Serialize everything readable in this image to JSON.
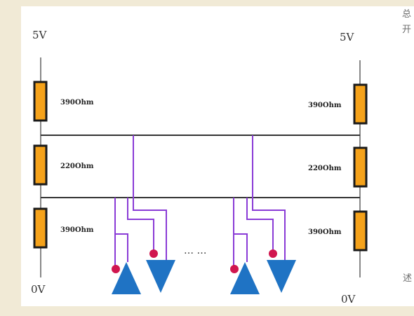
{
  "supply": {
    "left_top": "5V",
    "right_top": "5V",
    "left_bottom": "0V",
    "right_bottom": "0V"
  },
  "resistors": {
    "left": [
      "390Ohm",
      "220Ohm",
      "390Ohm"
    ],
    "right": [
      "390Ohm",
      "220Ohm",
      "390Ohm"
    ]
  },
  "ellipsis": "… …",
  "side_text": {
    "line1": "总",
    "line2": "开",
    "line3": "述"
  },
  "colors": {
    "resistor_fill": "#f5a21a",
    "resistor_border": "#1a1a1a",
    "rail": "#888888",
    "bus": "#333333",
    "stub": "#8a3bd6",
    "driver": "#1f73c4",
    "bubble": "#d0164f"
  }
}
